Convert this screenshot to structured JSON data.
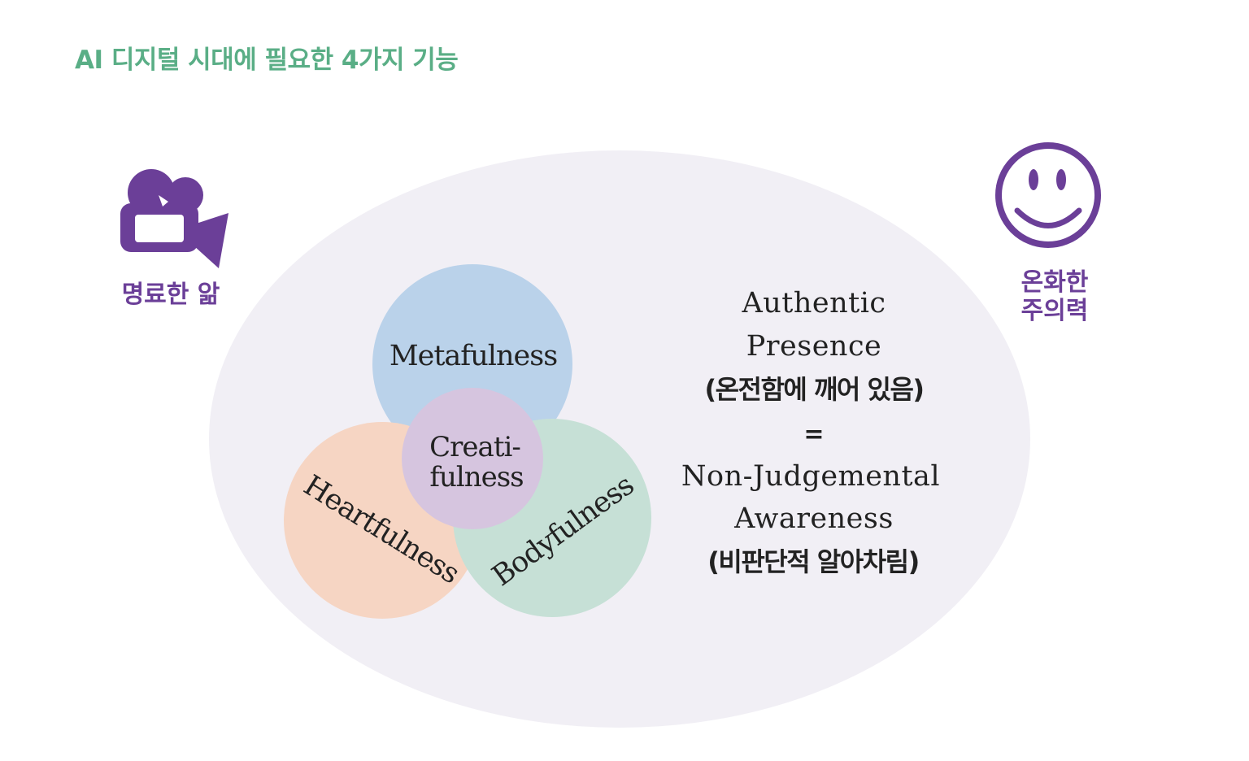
{
  "title": "AI 디지털 시대에 필요한 4가지 기능",
  "colors": {
    "title": "#5aae86",
    "accent_purple": "#6b3f98",
    "ellipse_bg": "#f1eff5",
    "meta_circle": "#bad2ea",
    "heart_circle": "#f6d5c3",
    "body_circle": "#c6e0d6",
    "creati_circle": "#d6c5df",
    "text_dark": "#222222"
  },
  "left_label": "명료한 앎",
  "left_icon": "video-camera-icon",
  "right_label_line1": "온화한",
  "right_label_line2": "주의력",
  "right_icon": "smiley-face-icon",
  "circles": {
    "meta": "Metafulness",
    "heart": "Heartfulness",
    "body": "Bodyfulness",
    "creati_line1": "Creati-",
    "creati_line2": "fulness"
  },
  "right_text": {
    "line1": "Authentic",
    "line2": "Presence",
    "line3": "(온전함에 깨어 있음)",
    "line4": "=",
    "line5": "Non-Judgemental",
    "line6": "Awareness",
    "line7": "(비판단적 알아차림)"
  }
}
